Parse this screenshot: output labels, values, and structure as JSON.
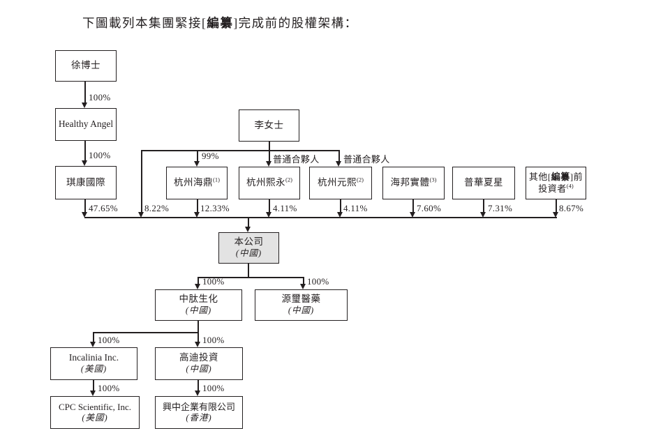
{
  "title": {
    "prefix": "下圖載列本集團緊接[",
    "redacted": "編纂",
    "suffix": "]完成前的股權架構："
  },
  "colors": {
    "line": "#231f20",
    "box_border": "#231f20",
    "company_box_fill": "#e3e3e3",
    "background": "#ffffff"
  },
  "nodes": {
    "dr_xu": {
      "name": "徐博士"
    },
    "healthy_angel": {
      "name": "Healthy Angel"
    },
    "qikang": {
      "name": "琪康國際"
    },
    "ms_li": {
      "name": "李女士"
    },
    "haiding": {
      "name": "杭州海鼎",
      "sup": "(1)"
    },
    "xiyong": {
      "name": "杭州熙永",
      "sup": "(2)"
    },
    "yuanxi_hz": {
      "name": "杭州元熙",
      "sup": "(2)"
    },
    "haibang": {
      "name": "海邦實體",
      "sup": "(3)"
    },
    "puhua": {
      "name": "普華夏星"
    },
    "other_investors": {
      "line1_pre": "其他[",
      "line1_bold": "編纂",
      "line1_post": "]前",
      "line2": "投資者",
      "sup": "(4)"
    },
    "company": {
      "name": "本公司",
      "region": "(中國)"
    },
    "zhongtai": {
      "name": "中肽生化",
      "region": "(中國)"
    },
    "yuanxi_pharma": {
      "name": "源璽醫藥",
      "region": "(中國)"
    },
    "incalinia": {
      "name": "Incalinia Inc.",
      "region": "(美國)"
    },
    "gaodi": {
      "name": "高迪投資",
      "region": "(中國)"
    },
    "cpc": {
      "name": "CPC Scientific, Inc.",
      "region": "(美國)"
    },
    "xingzhong": {
      "name": "興中企業有限公司",
      "region": "(香港)"
    }
  },
  "edge_labels": {
    "pct_100": "100%",
    "pct_99": "99%",
    "general_partner": "普通合夥人",
    "pct_4765": "47.65%",
    "pct_822": "8.22%",
    "pct_1233": "12.33%",
    "pct_411": "4.11%",
    "pct_760": "7.60%",
    "pct_731": "7.31%",
    "pct_867": "8.67%"
  }
}
